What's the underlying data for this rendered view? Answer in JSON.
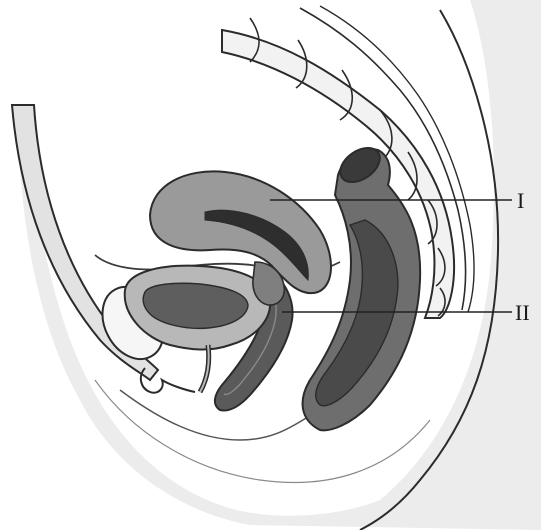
{
  "figure": {
    "callouts": [
      {
        "id": "I",
        "text": "I"
      },
      {
        "id": "II",
        "text": "II"
      }
    ],
    "colors": {
      "background": "#ffffff",
      "body_shade": "#e6e6e6",
      "outline": "#2b2b2b",
      "uterus": "#9a9a9a",
      "uterine_cavity": "#2e2e2e",
      "bladder_wall": "#b8b8b8",
      "bladder_lumen": "#5e5e5e",
      "vagina_lumen": "#3a3a3a",
      "rectum_wall": "#7a7a7a",
      "rectum_lumen": "#4a4a4a",
      "bone": "#f4f4f4",
      "leader_line": "#222222"
    }
  }
}
